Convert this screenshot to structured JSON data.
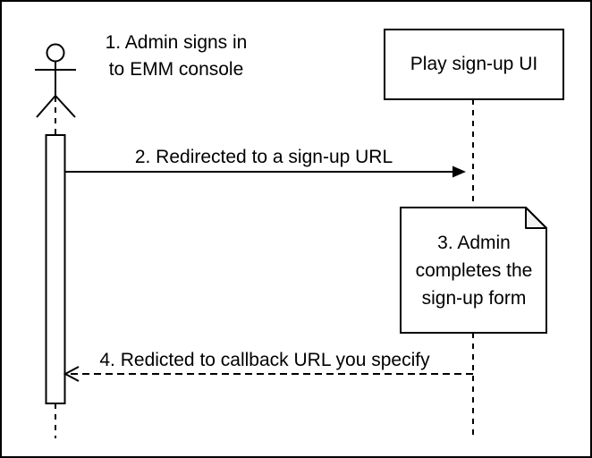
{
  "diagram": {
    "type": "uml-sequence",
    "object": {
      "label": "Play sign-up UI"
    },
    "messages": [
      {
        "label": "1. Admin signs in\nto EMM console",
        "style": "label-only"
      },
      {
        "label": "2. Redirected to a sign-up URL",
        "style": "solid-arrow-right"
      },
      {
        "label": "3. Admin\ncompletes the\nsign-up form",
        "style": "note"
      },
      {
        "label": "4. Redicted to callback URL you specify",
        "style": "dashed-arrow-left"
      }
    ],
    "colors": {
      "stroke": "#000000",
      "background": "#ffffff",
      "note_fill": "#ffffff",
      "note_fold_fill": "#f2f2f2"
    }
  }
}
